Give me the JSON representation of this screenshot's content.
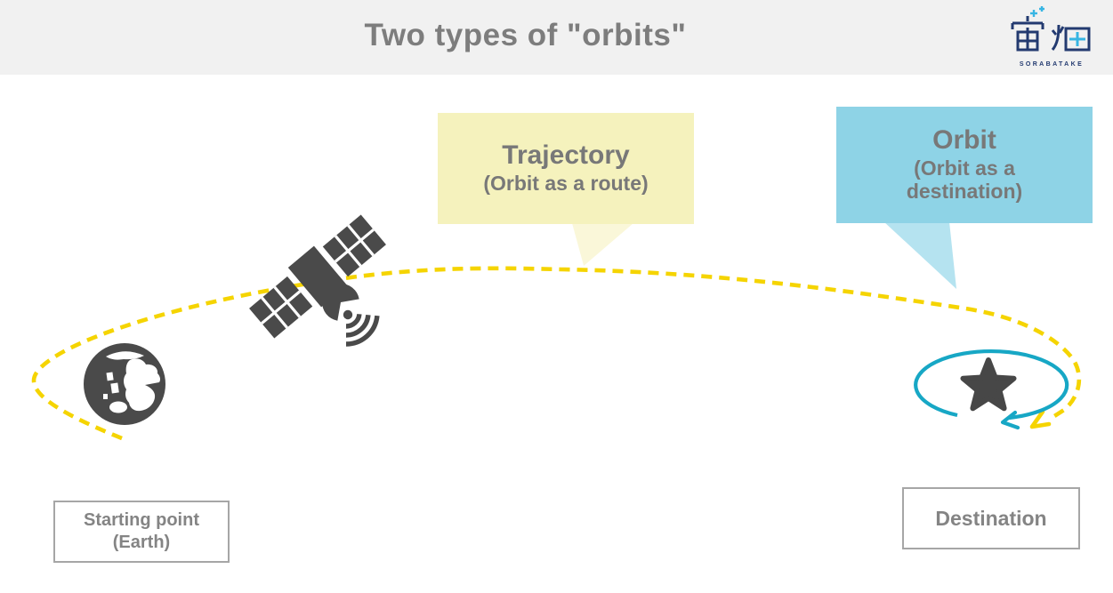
{
  "header": {
    "title": "Two types of \"orbits\""
  },
  "logo": {
    "kanji": "宙畑",
    "subtext": "SORABATAKE",
    "navy": "#233a70",
    "cyan": "#37b5e3"
  },
  "bubbles": {
    "trajectory": {
      "title": "Trajectory",
      "subtitle": "(Orbit as a route)",
      "fill": "#f5f2bd",
      "tail_fill": "#faf7d9"
    },
    "orbit": {
      "title": "Orbit",
      "subtitle": "(Orbit as a destination)",
      "fill": "#8ed3e6",
      "tail_fill": "#b5e3f0"
    }
  },
  "labels": {
    "start_line1": "Starting point",
    "start_line2": "(Earth)",
    "destination": "Destination"
  },
  "colors": {
    "trajectory_dash": "#f5d400",
    "orbit_ring": "#17a7c5",
    "icon_gray": "#4a4a4a",
    "title_gray": "#7d7d7d",
    "header_bg": "#f1f1f1",
    "box_border": "#a6a6a6"
  },
  "icons": {
    "earth": "globe-with-continents",
    "satellite": "satellite-with-solar-panels-and-signal-waves",
    "star": "five-pointed-star",
    "orbit_ring": "elliptical-arrow-loop",
    "logo": "sorabatake-kanji-wordmark"
  }
}
